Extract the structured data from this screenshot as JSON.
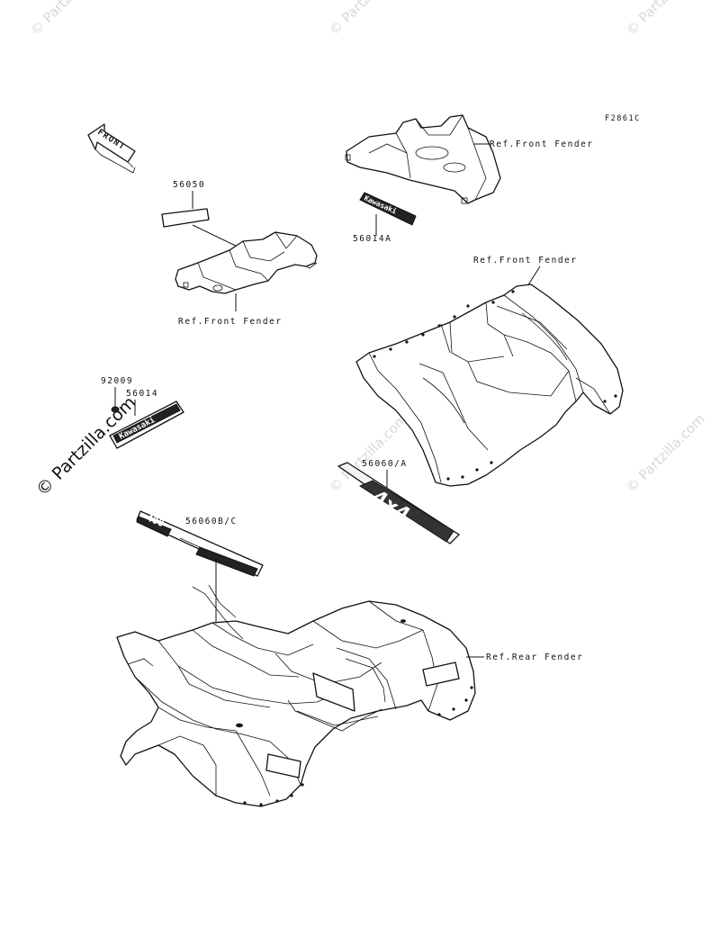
{
  "diagram": {
    "code": "F2861C",
    "front_arrow_label": "FRONT",
    "labels": {
      "ref_front_fender_top": "Ref.Front Fender",
      "ref_front_fender_left": "Ref.Front Fender",
      "ref_front_fender_right": "Ref.Front Fender",
      "ref_rear_fender": "Ref.Rear Fender"
    },
    "parts": [
      {
        "id": "p1",
        "number": "56050"
      },
      {
        "id": "p2",
        "number": "56014A"
      },
      {
        "id": "p3",
        "number": "92009"
      },
      {
        "id": "p4",
        "number": "56014"
      },
      {
        "id": "p5",
        "number": "56060/A"
      },
      {
        "id": "p6",
        "number": "56060B/C"
      }
    ],
    "decal_text": {
      "kawasaki": "Kawasaki",
      "model": "400",
      "four_wd": "4x4"
    }
  },
  "watermark": {
    "text": "© Partzilla.com",
    "color_light": "#d8d8d8",
    "color_dark": "#111111"
  }
}
